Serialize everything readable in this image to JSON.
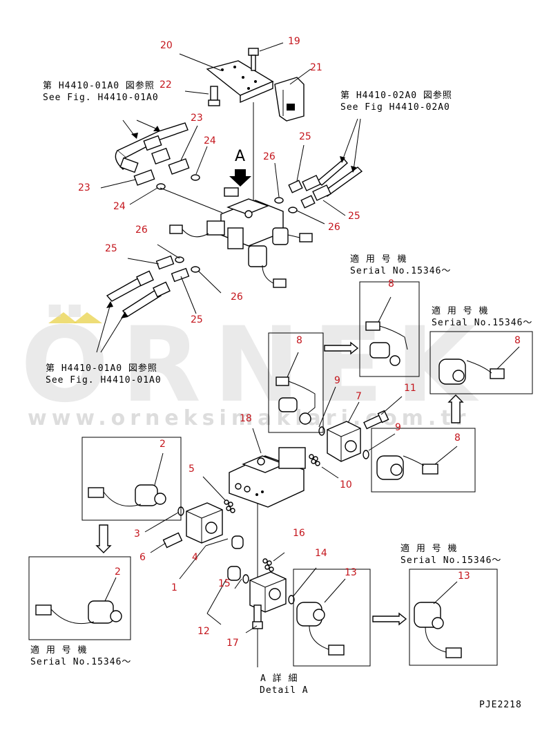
{
  "watermark": {
    "brand": "ÖRNEK",
    "site": "www.orneksimaklari.com.tr",
    "accent_color": "#e8d24a"
  },
  "callouts": [
    "1",
    "2",
    "3",
    "4",
    "5",
    "6",
    "7",
    "8",
    "9",
    "10",
    "11",
    "12",
    "13",
    "14",
    "15",
    "16",
    "17",
    "18",
    "19",
    "20",
    "21",
    "22",
    "23",
    "24",
    "25",
    "26"
  ],
  "refs": {
    "h4410_01a0_jp": "第 H4410-01A0 図参照",
    "h4410_01a0_en": "See Fig. H4410-01A0",
    "h4410_02a0_jp": "第 H4410-02A0 図参照",
    "h4410_02a0_en": "See Fig H4410-02A0"
  },
  "serial": {
    "jp": "適 用 号 機",
    "en": "Serial No.15346～"
  },
  "view_marker": "A",
  "detail": {
    "jp": "A  詳 細",
    "en": "Detail A"
  },
  "drawing_code": "PJE2218"
}
